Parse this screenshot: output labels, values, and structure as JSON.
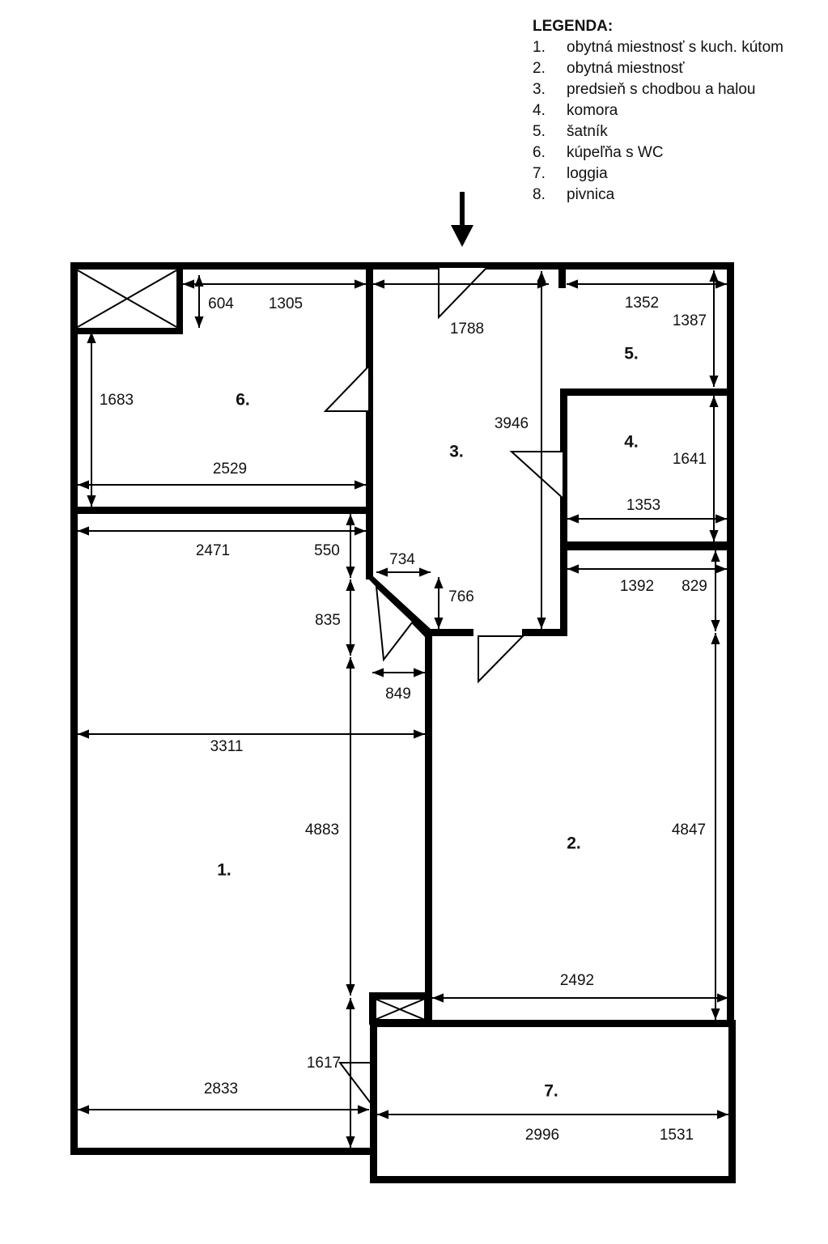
{
  "legend": {
    "title": "LEGENDA:",
    "items": [
      {
        "num": "1.",
        "label": "obytná miestnosť s kuch. kútom"
      },
      {
        "num": "2.",
        "label": "obytná miestnosť"
      },
      {
        "num": "3.",
        "label": "predsieň s chodbou a halou"
      },
      {
        "num": "4.",
        "label": "komora"
      },
      {
        "num": "5.",
        "label": "šatník"
      },
      {
        "num": "6.",
        "label": "kúpeľňa s WC"
      },
      {
        "num": "7.",
        "label": "loggia"
      },
      {
        "num": "8.",
        "label": "pivnica"
      }
    ]
  },
  "rooms": {
    "r1": "1.",
    "r2": "2.",
    "r3": "3.",
    "r4": "4.",
    "r5": "5.",
    "r6": "6.",
    "r7": "7."
  },
  "dimensions": [
    "604",
    "1305",
    "1788",
    "1352",
    "1387",
    "1683",
    "2529",
    "3946",
    "1641",
    "1353",
    "2471",
    "550",
    "734",
    "766",
    "1392",
    "829",
    "835",
    "849",
    "3311",
    "4883",
    "4847",
    "2492",
    "1617",
    "2833",
    "2996",
    "1531"
  ]
}
